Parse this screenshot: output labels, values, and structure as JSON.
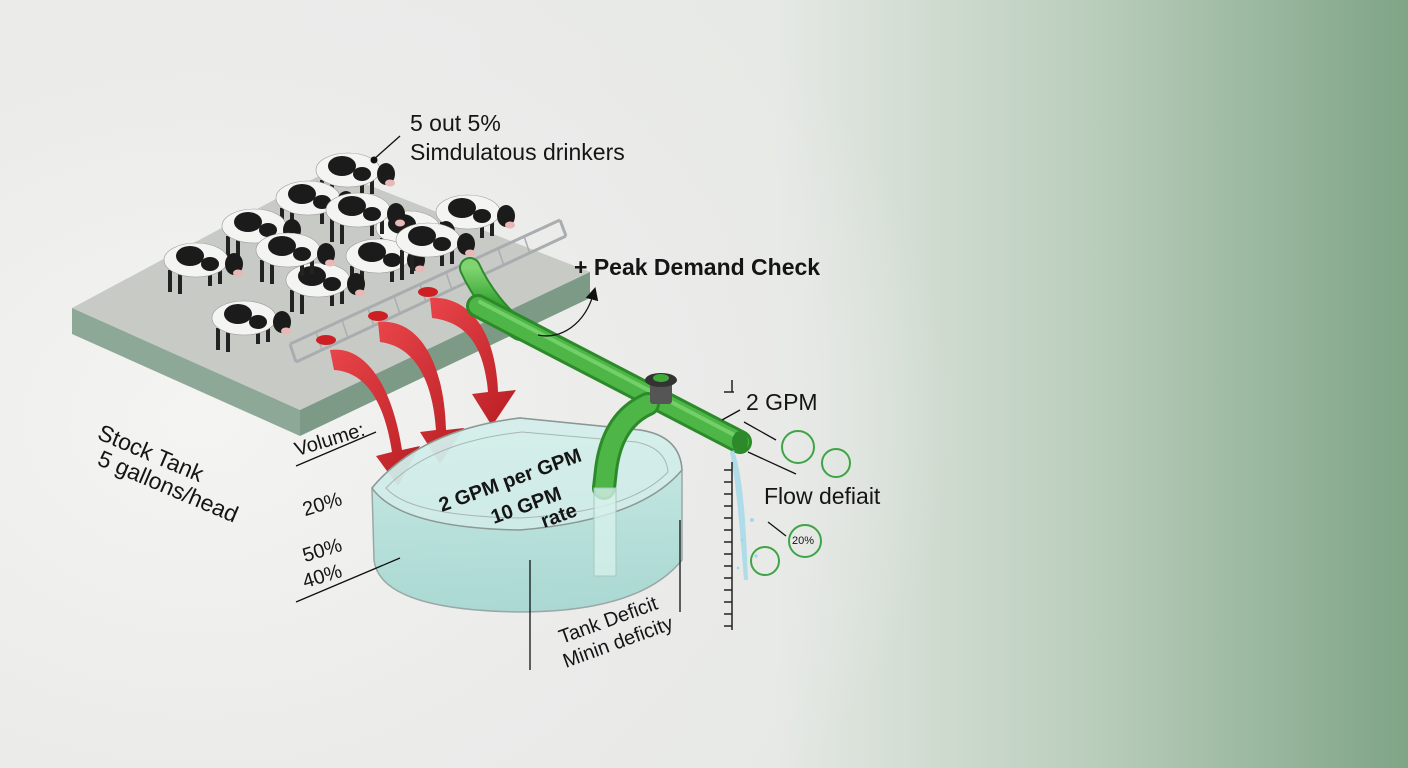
{
  "labels": {
    "drinkers_line1": "5 out 5%",
    "drinkers_line2": "Simdulatous drinkers",
    "peak_demand": "+ Peak Demand Check",
    "stock_tank_line1": "Stock Tank",
    "stock_tank_line2": "5 gallons/head",
    "volume": "Volume:",
    "pct_20": "20%",
    "pct_50": "50%",
    "pct_40": "40%",
    "gpm_per_gpm": "2 GPM per GPM",
    "ten_gpm_line1": "10 GPM",
    "ten_gpm_line2": "rate",
    "tank_deficit_line1": "Tank Deficit",
    "tank_deficit_line2": "Minin deficity",
    "two_gpm": "2 GPM",
    "flow_deficit": "Flow defiait",
    "badge_20": "20%"
  },
  "colors": {
    "inflow_pipe": "#3faa3a",
    "demand_arrow": "#d8292b",
    "water": "#a8dcd6",
    "platform": "#c9cbc6",
    "accent_background": "#7fa486"
  },
  "icons": [
    "cow-icon",
    "valve-icon",
    "arrow-icon",
    "water-stream-icon"
  ]
}
